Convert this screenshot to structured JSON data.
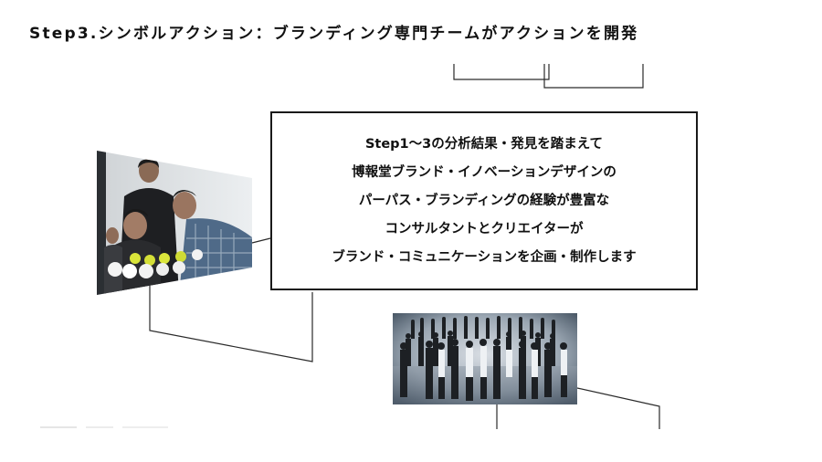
{
  "title": "Step3.シンボルアクション：ブランディング専門チームがアクションを開発",
  "box": {
    "lines": [
      "Step1〜3の分析結果・発見を踏まえて",
      "博報堂ブランド・イノベーションデザインの",
      "パーパス・ブランディングの経験が豊富な",
      "コンサルタントとクリエイターが",
      "ブランド・コミュニケーションを企画・制作します"
    ]
  },
  "colors": {
    "text": "#111111",
    "line": "#2a2a2a",
    "background": "#ffffff"
  }
}
